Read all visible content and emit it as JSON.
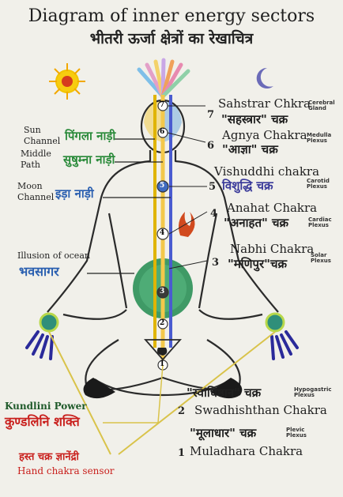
{
  "title": "Diagram of inner energy sectors",
  "subtitle": "भीतरी ऊर्जा क्षेत्रों का रेखाचित्र",
  "left_labels": {
    "sun_channel_en": "Sun Channel",
    "sun_channel_hi": "पिंगला नाड़ी",
    "middle_path_en": "Middle Path",
    "middle_path_hi": "सुषुम्ना नाड़ी",
    "moon_channel_en": "Moon Channel",
    "moon_channel_hi": "इड़ा नाड़ी",
    "illusion_en": "Illusion of ocean",
    "illusion_hi": "भवसागर",
    "kundlini_en": "Kundlini Power",
    "kundlini_hi": "कुण्डलिनि शक्ति",
    "hand_hi": "हस्त चक्र ज्ञानेंद्री",
    "hand_en": "Hand chakra sensor"
  },
  "chakras": [
    {
      "num": "7",
      "en": "Sahstrar Chkra",
      "hi": "\"सहस्त्रार\" चक्र",
      "plexus": "Cerebral Gland"
    },
    {
      "num": "6",
      "en": "Agnya Chakra",
      "hi": "\"आज्ञा\" चक्र",
      "plexus": "Medulla Plexus"
    },
    {
      "num": "5",
      "en": "Vishuddhi chakra",
      "hi": "विशुद्धि चक्र",
      "plexus": "Carotid Plexus"
    },
    {
      "num": "4",
      "en": "Anahat Chakra",
      "hi": "\"अनाहत\" चक्र",
      "plexus": "Cardiac Plexus"
    },
    {
      "num": "3",
      "en": "Nabhi Chakra",
      "hi": "\"मणिपुर\"चक्र",
      "plexus": "Solar Plexus"
    },
    {
      "num": "2",
      "en": "Swadhishthan Chakra",
      "hi": "\"स्वाधिष्ठान\" चक्र",
      "plexus": "Hypogastric Plexus"
    },
    {
      "num": "1",
      "en": "Muladhara Chakra",
      "hi": "\"मूलाधार\" चक्र",
      "plexus": "Plevic Plexus"
    }
  ],
  "spine_numbers": [
    "7",
    "6",
    "5",
    "4",
    "3",
    "2",
    "1"
  ],
  "colors": {
    "figure_outline": "#2b2b2b",
    "sun_channel": "#e0b400",
    "moon_channel": "#4a5bd0",
    "middle_path": "#f3c84b",
    "ocean": "#3f9a66",
    "label_green": "#2a8a3a",
    "label_blue": "#2a5fb0",
    "kundlini_red": "#c9201d",
    "hand_line": "#d9c34a"
  }
}
